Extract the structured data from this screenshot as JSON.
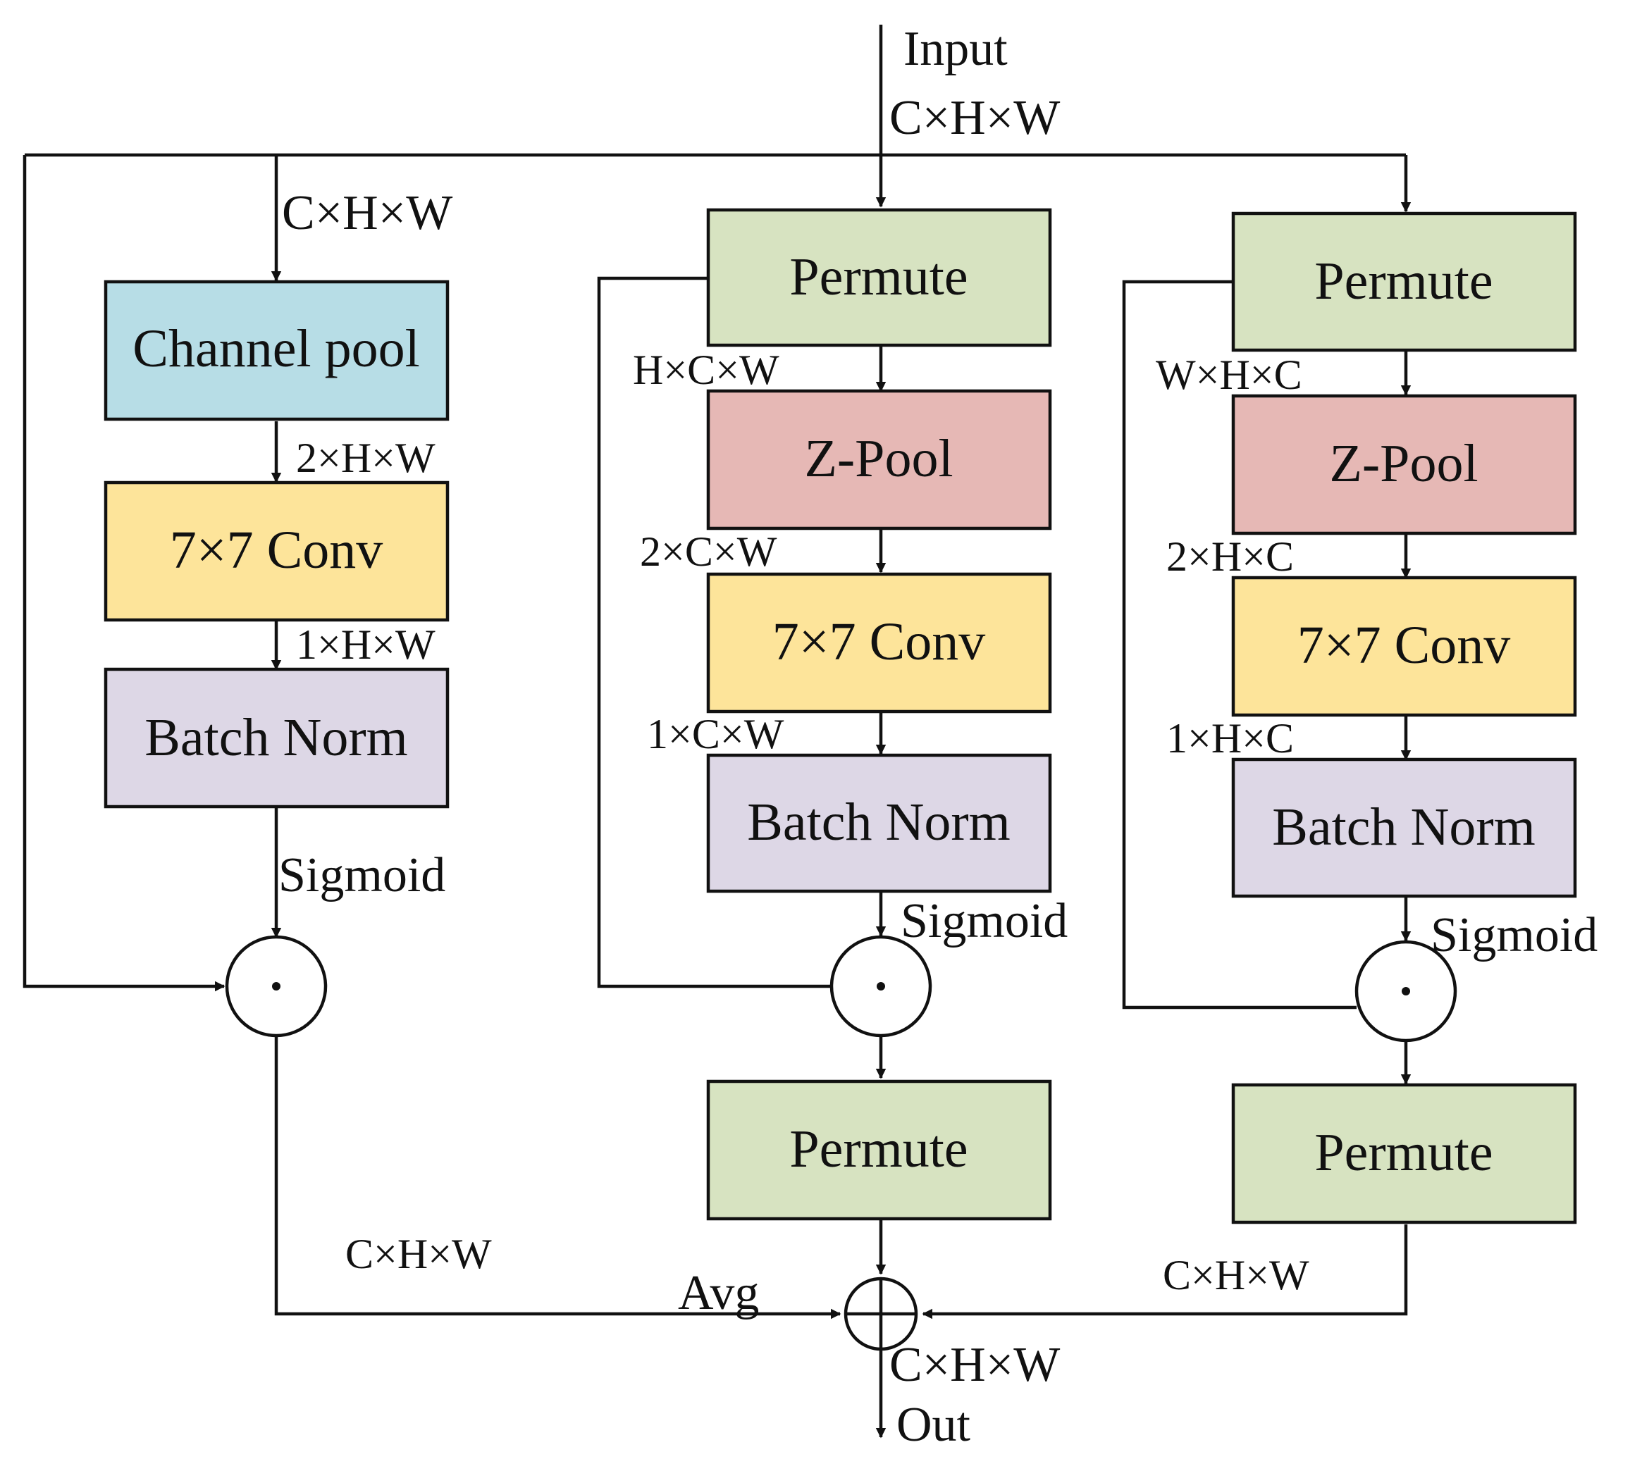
{
  "diagram": {
    "input_label": "Input",
    "input_dim": "C×H×W",
    "output_label": "Out",
    "output_dim": "C×H×W",
    "avg_label": "Avg",
    "colors": {
      "channel_pool": "#b7dde6",
      "conv": "#fde49a",
      "batch_norm": "#ddd7e6",
      "permute": "#d7e3c1",
      "z_pool": "#e6b8b5"
    },
    "branch_left": {
      "in_dim": "C×H×W",
      "pool_label": "Channel pool",
      "dim_after_pool": "2×H×W",
      "conv_label": "7×7 Conv",
      "dim_after_conv": "1×H×W",
      "norm_label": "Batch Norm",
      "sigmoid_label": "Sigmoid",
      "out_dim": "C×H×W"
    },
    "branch_mid": {
      "permute_in_label": "Permute",
      "dim_after_permute": "H×C×W",
      "pool_label": "Z-Pool",
      "dim_after_pool": "2×C×W",
      "conv_label": "7×7 Conv",
      "dim_after_conv": "1×C×W",
      "norm_label": "Batch Norm",
      "sigmoid_label": "Sigmoid",
      "permute_out_label": "Permute"
    },
    "branch_right": {
      "permute_in_label": "Permute",
      "dim_after_permute": "W×H×C",
      "pool_label": "Z-Pool",
      "dim_after_pool": "2×H×C",
      "conv_label": "7×7 Conv",
      "dim_after_conv": "1×H×C",
      "norm_label": "Batch Norm",
      "sigmoid_label": "Sigmoid",
      "permute_out_label": "Permute",
      "out_dim": "C×H×W"
    }
  }
}
